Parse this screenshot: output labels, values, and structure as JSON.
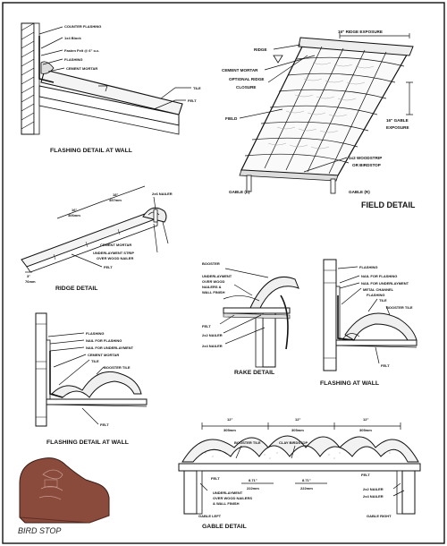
{
  "flashing_wall_top": {
    "title": "FLASHING DETAIL AT WALL",
    "labels": [
      "COUNTER FLASHING",
      "1x4 Block",
      "Fasten Felt @ 6\" o.c.",
      "FLASHING",
      "CEMENT MORTAR",
      "TILE",
      "FELT"
    ]
  },
  "field": {
    "title": "FIELD DETAIL",
    "ridge_exposure": "16\" RIDGE EXPOSURE",
    "ridge": "RIDGE",
    "cement_mortar": "CEMENT MORTAR",
    "optional_closure_1": "OPTIONAL RIDGE",
    "optional_closure_2": "CLOSURE",
    "field_label": "FIELD",
    "gable_exposure_1": "16\" GABLE",
    "gable_exposure_2": "EXPOSURE",
    "woodstrip_1": "1x2 WOODSTRIP",
    "woodstrip_2": "OR BIRDSTOP",
    "gable_l": "GABLE (L)",
    "gable_r": "GABLE (R)"
  },
  "ridge_detail": {
    "title": "RIDGE DETAIL",
    "dim_16": "16\"",
    "dim_16_mm": "406mm",
    "dim_18": "18\"",
    "dim_18_mm": "457mm",
    "nailer": "2x6 NAILER",
    "cement": "CEMENT MORTAR",
    "under_1": "UNDERLAYMENT STRIP",
    "under_2": "OVER WOOD NAILER",
    "felt": "FELT",
    "dim_small": "3\"",
    "dim_small_mm": "76mm"
  },
  "rake": {
    "title": "RAKE DETAIL",
    "labels": [
      "BOOSTER",
      "UNDERLAYMENT",
      "OVER WOOD",
      "NAILERS &",
      "WALL FINISH",
      "FELT",
      "2x2 NAILER",
      "2x4 NAILER"
    ]
  },
  "flashing_wall_right": {
    "title": "FLASHING AT WALL",
    "labels": [
      "FLASHING",
      "NAIL FOR FLASHING",
      "NAIL FOR UNDERLAYMENT",
      "METAL CHANNEL",
      "FLASHING",
      "TILE",
      "BOOSTER TILE",
      "FELT"
    ]
  },
  "flashing_wall_left": {
    "title": "FLASHING DETAIL AT WALL",
    "labels": [
      "FLASHING",
      "NAIL FOR FLASHING",
      "NAIL FOR UNDERLAYMENT",
      "CEMENT MORTAR",
      "TILE",
      "BOOSTER TILE",
      "FELT"
    ]
  },
  "gable": {
    "title": "GABLE DETAIL",
    "dims": [
      "12\"",
      "305mm",
      "12\"",
      "305mm",
      "12\"",
      "305mm"
    ],
    "booster": "BOOSTER TILE",
    "clay": "CLAY BIRDSTOP",
    "felt": "FELT",
    "dim_a1": "8.71\"",
    "dim_a1_mm": "222mm",
    "dim_a2": "8.71\"",
    "dim_a2_mm": "222mm",
    "felt2": "FELT",
    "under_1": "UNDERLAYMENT",
    "under_2": "OVER WOOD NAILERS",
    "under_3": "& WALL FINISH",
    "nailer_2x2": "2x2 NAILER",
    "nailer_2x4": "2x4 NAILER",
    "gable_left": "GABLE LEFT",
    "gable_right": "GABLE RIGHT"
  },
  "bird_stop": {
    "caption": "BIRD STOP",
    "color": "#8a4a3c"
  }
}
